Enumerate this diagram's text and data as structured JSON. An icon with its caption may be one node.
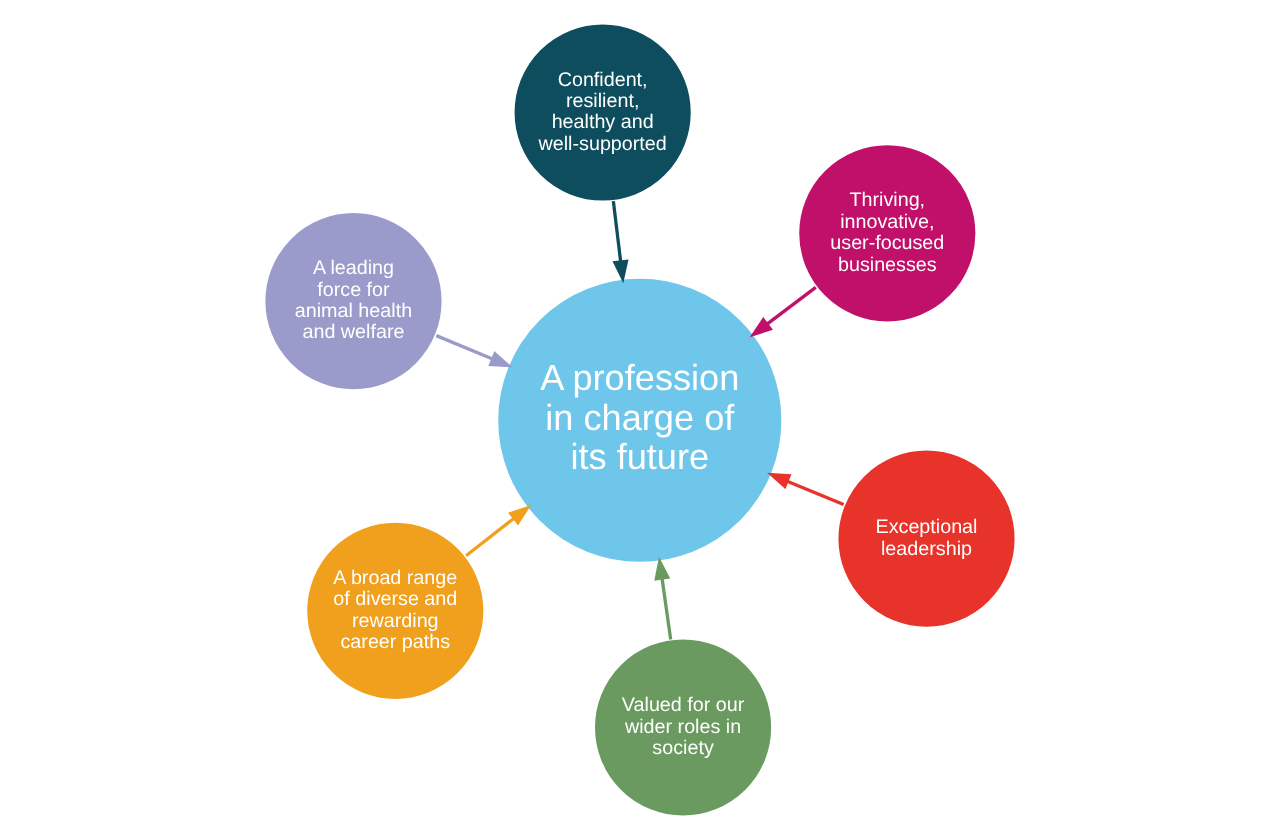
{
  "diagram": {
    "nodes": [
      {
        "text": [
          "A leading force for animal health and welfare"
        ]
      },
      {
        "text": [
          "Exceptional leadership"
        ]
      },
      {
        "text": [
          "Valued for our wider roles in society"
        ]
      },
      {
        "text": [
          "A profession in charge of its future"
        ]
      },
      {
        "text": [
          "Thriving, innovative, user-focused businesses"
        ]
      },
      {
        "text": [
          "Confident, resilient, healthy and well-supported"
        ]
      },
      {
        "text": [
          "A broad range of diverse and rewarding career paths"
        ]
      }
    ],
    "edges": [
      {
        "from": 0,
        "to": 3,
        "arrow": "to",
        "color": "#9b9bcb"
      },
      {
        "from": 1,
        "to": 3,
        "arrow": "to",
        "color": "#e8332a"
      },
      {
        "from": 2,
        "to": 3,
        "arrow": "to",
        "color": "#6a9a5f"
      },
      {
        "from": 4,
        "to": 3,
        "arrow": "to",
        "color": "#c0106a"
      },
      {
        "from": 5,
        "to": 3,
        "arrow": "to",
        "color": "#0d4d5e"
      },
      {
        "from": 6,
        "to": 3,
        "arrow": "to",
        "color": "#f0a01c"
      }
    ]
  }
}
